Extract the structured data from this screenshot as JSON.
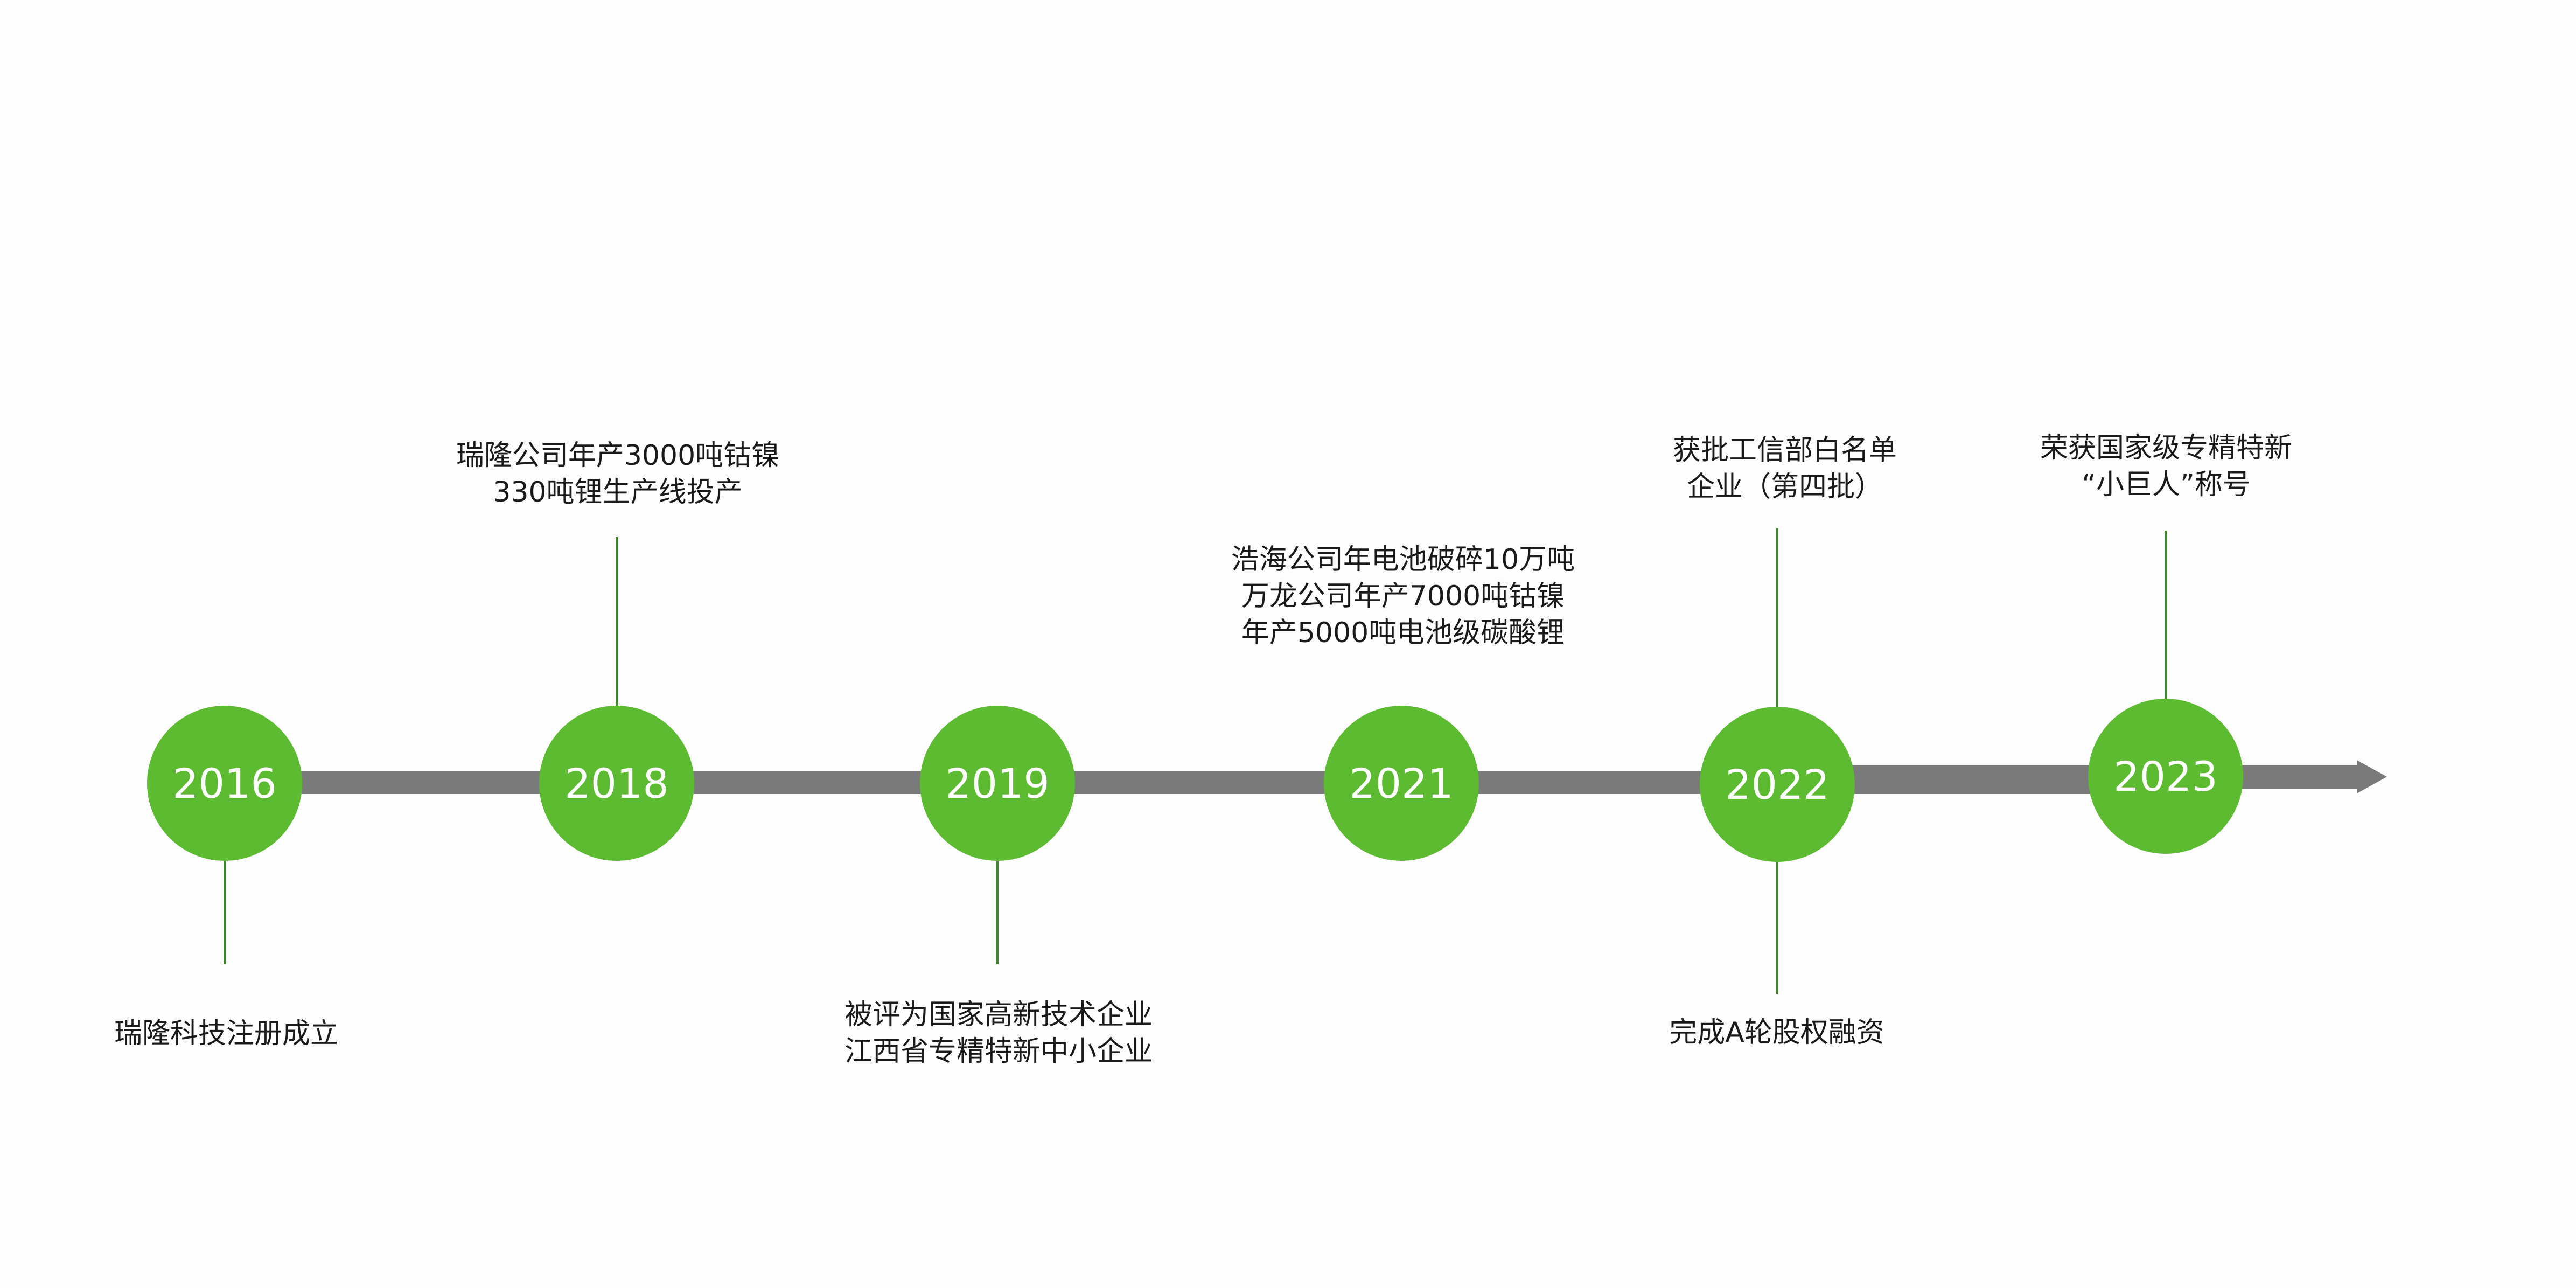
{
  "milestones": [
    {
      "year": "2016",
      "lines": [
        "瑞隆科技注册成立"
      ],
      "position": "below"
    },
    {
      "year": "2018",
      "lines": [
        "瑞隆公司年产3000吨钴镍",
        "330吨锂生产线投产"
      ],
      "position": "above"
    },
    {
      "year": "2019",
      "lines": [
        "被评为国家高新技术企业",
        "江西省专精特新中小企业"
      ],
      "position": "below"
    },
    {
      "year": "2021",
      "lines": [
        "浩海公司年电池破碎10万吨",
        "万龙公司年产7000吨钴镍",
        "年产5000吨电池级碳酸锂"
      ],
      "position": "above"
    },
    {
      "year": "2022",
      "lines": [
        "获批工信部白名单",
        "企业（第四批）"
      ],
      "position": "above"
    },
    {
      "year": "2022",
      "lines": [
        "完成A轮股权融资"
      ],
      "position": "below"
    },
    {
      "year": "2023",
      "lines": [
        "荣获国家级专精特新",
        "“小巨人”称号"
      ],
      "position": "above"
    }
  ],
  "colors": {
    "node": "#5cbb30",
    "axis": "#7a7a7a",
    "stem": "#3e8a2a",
    "text": "#1a1a1a"
  }
}
